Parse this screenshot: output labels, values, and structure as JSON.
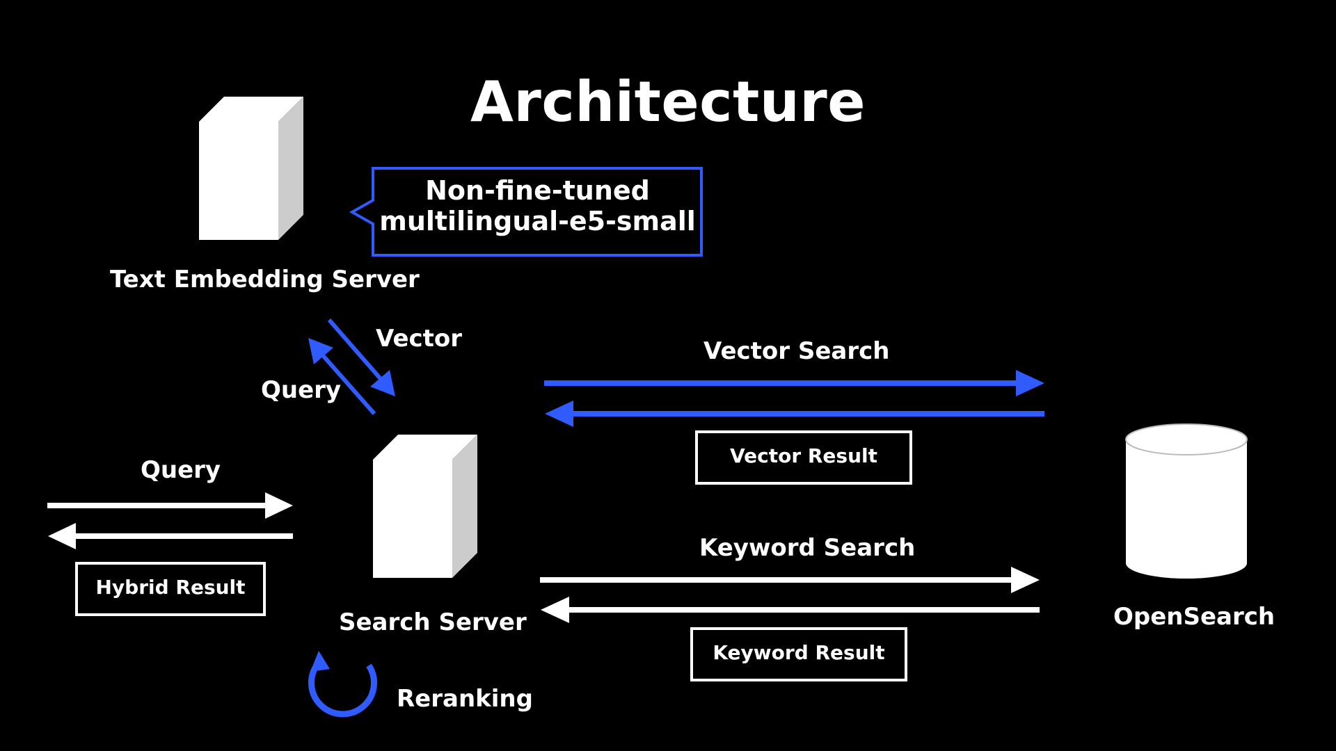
{
  "title": "Architecture",
  "colors": {
    "background": "#000000",
    "accent": "#2f5bff",
    "foreground": "#ffffff",
    "shade": "#cccccc"
  },
  "nodes": {
    "embedding_server": {
      "label": "Text Embedding Server",
      "icon": "server-icon"
    },
    "search_server": {
      "label": "Search Server",
      "icon": "server-icon"
    },
    "opensearch": {
      "label": "OpenSearch",
      "icon": "database-icon"
    }
  },
  "callout": {
    "line1": "Non-fine-tuned",
    "line2": "multilingual-e5-small"
  },
  "edges": {
    "embed_vector": "Vector",
    "embed_query": "Query",
    "client_query": "Query",
    "vector_search": "Vector Search",
    "keyword_search": "Keyword Search"
  },
  "result_boxes": {
    "hybrid": "Hybrid Result",
    "vector": "Vector Result",
    "keyword": "Keyword Result"
  },
  "reranking": {
    "label": "Reranking",
    "icon": "rerank-cycle-icon"
  }
}
